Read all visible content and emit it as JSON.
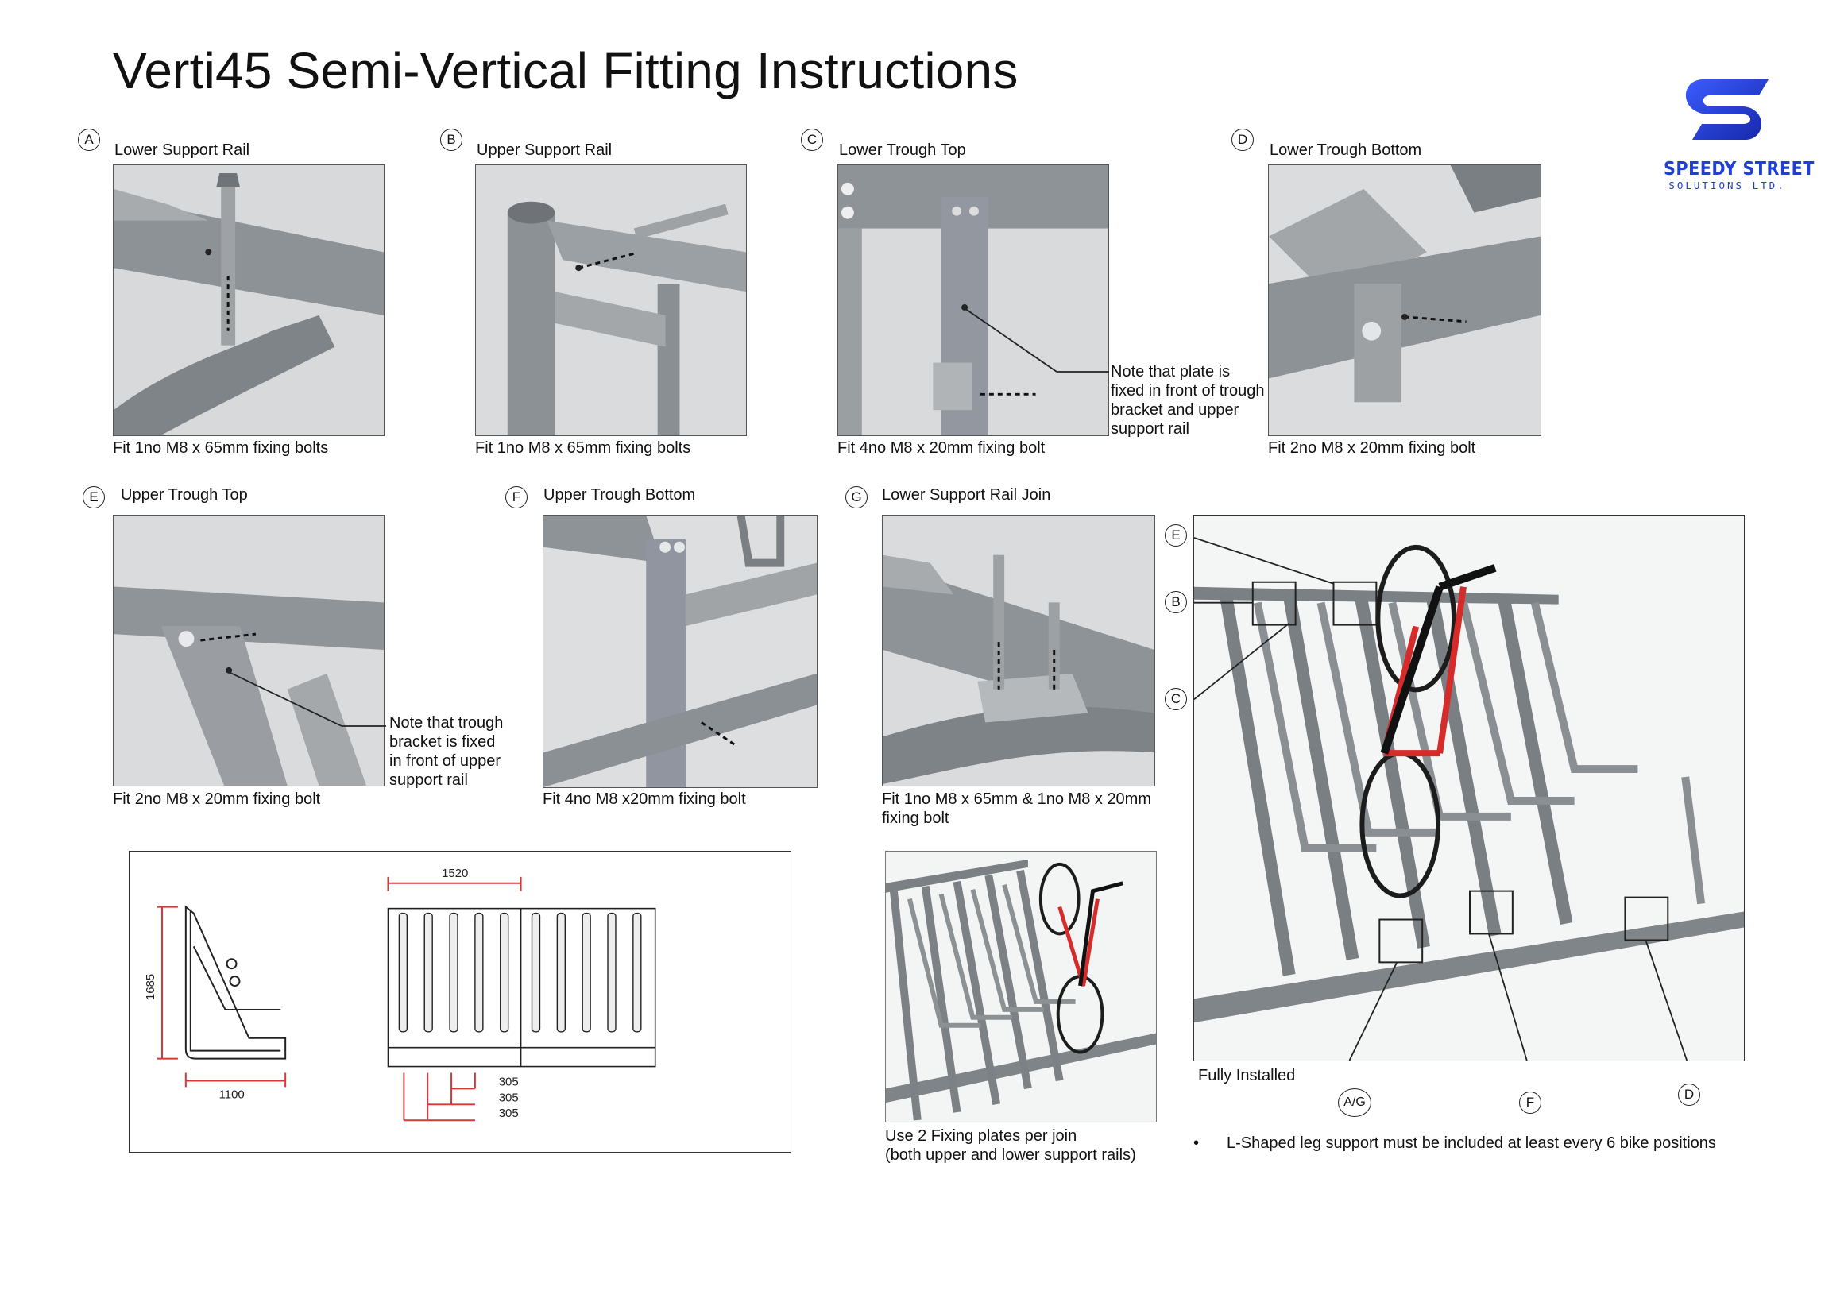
{
  "title": "Verti45 Semi-Vertical Fitting Instructions",
  "logo": {
    "word": "SPEEDY STREET",
    "sub": "SOLUTIONS LTD.",
    "color": "#1f3fd9"
  },
  "steps": [
    {
      "letter": "A",
      "label": "Lower Support Rail",
      "caption": "Fit 1no M8 x 65mm fixing bolts"
    },
    {
      "letter": "B",
      "label": "Upper Support Rail",
      "caption": "Fit 1no M8 x 65mm fixing bolts"
    },
    {
      "letter": "C",
      "label": "Lower Trough Top",
      "caption": "Fit 4no M8 x 20mm fixing bolt",
      "note": [
        "Note that plate is",
        "fixed in front of trough",
        "bracket and upper",
        "support rail"
      ]
    },
    {
      "letter": "D",
      "label": "Lower Trough Bottom",
      "caption": "Fit 2no M8 x 20mm fixing bolt"
    },
    {
      "letter": "E",
      "label": "Upper Trough Top",
      "caption": "Fit 2no M8 x 20mm fixing bolt",
      "note": [
        "Note that trough",
        "bracket is fixed",
        "in front of upper",
        "support rail"
      ]
    },
    {
      "letter": "F",
      "label": "Upper Trough Bottom",
      "caption": "Fit 4no M8 x20mm fixing bolt"
    },
    {
      "letter": "G",
      "label": "Lower Support Rail Join",
      "caption": [
        "Fit 1no M8 x 65mm & 1no M8 x 20mm",
        "fixing bolt"
      ]
    }
  ],
  "dimensions": {
    "height": "1685",
    "depth": "1100",
    "width": "1520",
    "spacing": [
      "305",
      "305",
      "305"
    ]
  },
  "join": {
    "caption": [
      "Use 2 Fixing plates per join",
      "(both upper and lower support rails)"
    ]
  },
  "installed": {
    "caption": "Fully Installed",
    "callouts": {
      "e": "E",
      "b": "B",
      "c": "C",
      "ag": "A/G",
      "f": "F",
      "d": "D"
    },
    "bullet": "L-Shaped leg support must be included at least every 6 bike positions"
  }
}
